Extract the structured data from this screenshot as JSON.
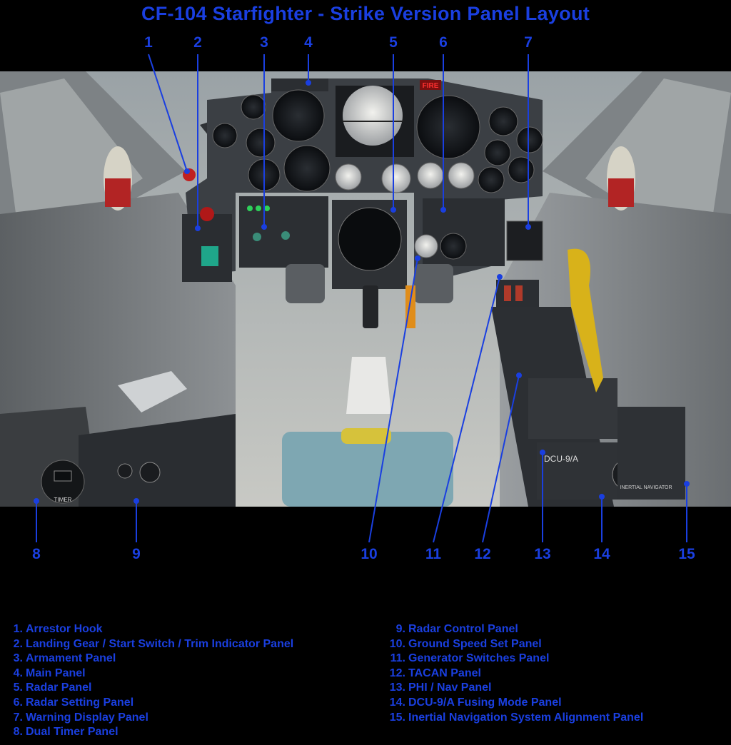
{
  "title": "CF-104 Starfighter - Strike Version Panel Layout",
  "callouts_top": [
    "1",
    "2",
    "3",
    "4",
    "5",
    "6",
    "7"
  ],
  "callouts_bottom": [
    "8",
    "9",
    "10",
    "11",
    "12",
    "13",
    "14",
    "15"
  ],
  "placard_fire": "FIRE",
  "dcu_label": "DCU-9/A",
  "timer_label": "TIMER",
  "inertial_label": "INERTIAL NAVIGATOR",
  "legend_left": [
    {
      "num": "1.",
      "text": "Arrestor Hook"
    },
    {
      "num": "2.",
      "text": "Landing Gear / Start Switch / Trim Indicator Panel"
    },
    {
      "num": "3.",
      "text": "Armament Panel"
    },
    {
      "num": "4.",
      "text": "Main Panel"
    },
    {
      "num": "5.",
      "text": "Radar Panel"
    },
    {
      "num": "6.",
      "text": "Radar Setting Panel"
    },
    {
      "num": "7.",
      "text": "Warning Display Panel"
    },
    {
      "num": "8.",
      "text": "Dual Timer Panel"
    }
  ],
  "legend_right": [
    {
      "num": "9.",
      "text": "Radar Control Panel"
    },
    {
      "num": "10.",
      "text": "Ground Speed Set Panel"
    },
    {
      "num": "11.",
      "text": "Generator Switches Panel"
    },
    {
      "num": "12.",
      "text": "TACAN Panel"
    },
    {
      "num": "13.",
      "text": "PHI / Nav Panel"
    },
    {
      "num": "14.",
      "text": "DCU-9/A Fusing Mode Panel"
    },
    {
      "num": "15.",
      "text": "Inertial Navigation System Alignment Panel"
    }
  ],
  "colors": {
    "accent": "#1a3fe0",
    "background": "#000000"
  }
}
